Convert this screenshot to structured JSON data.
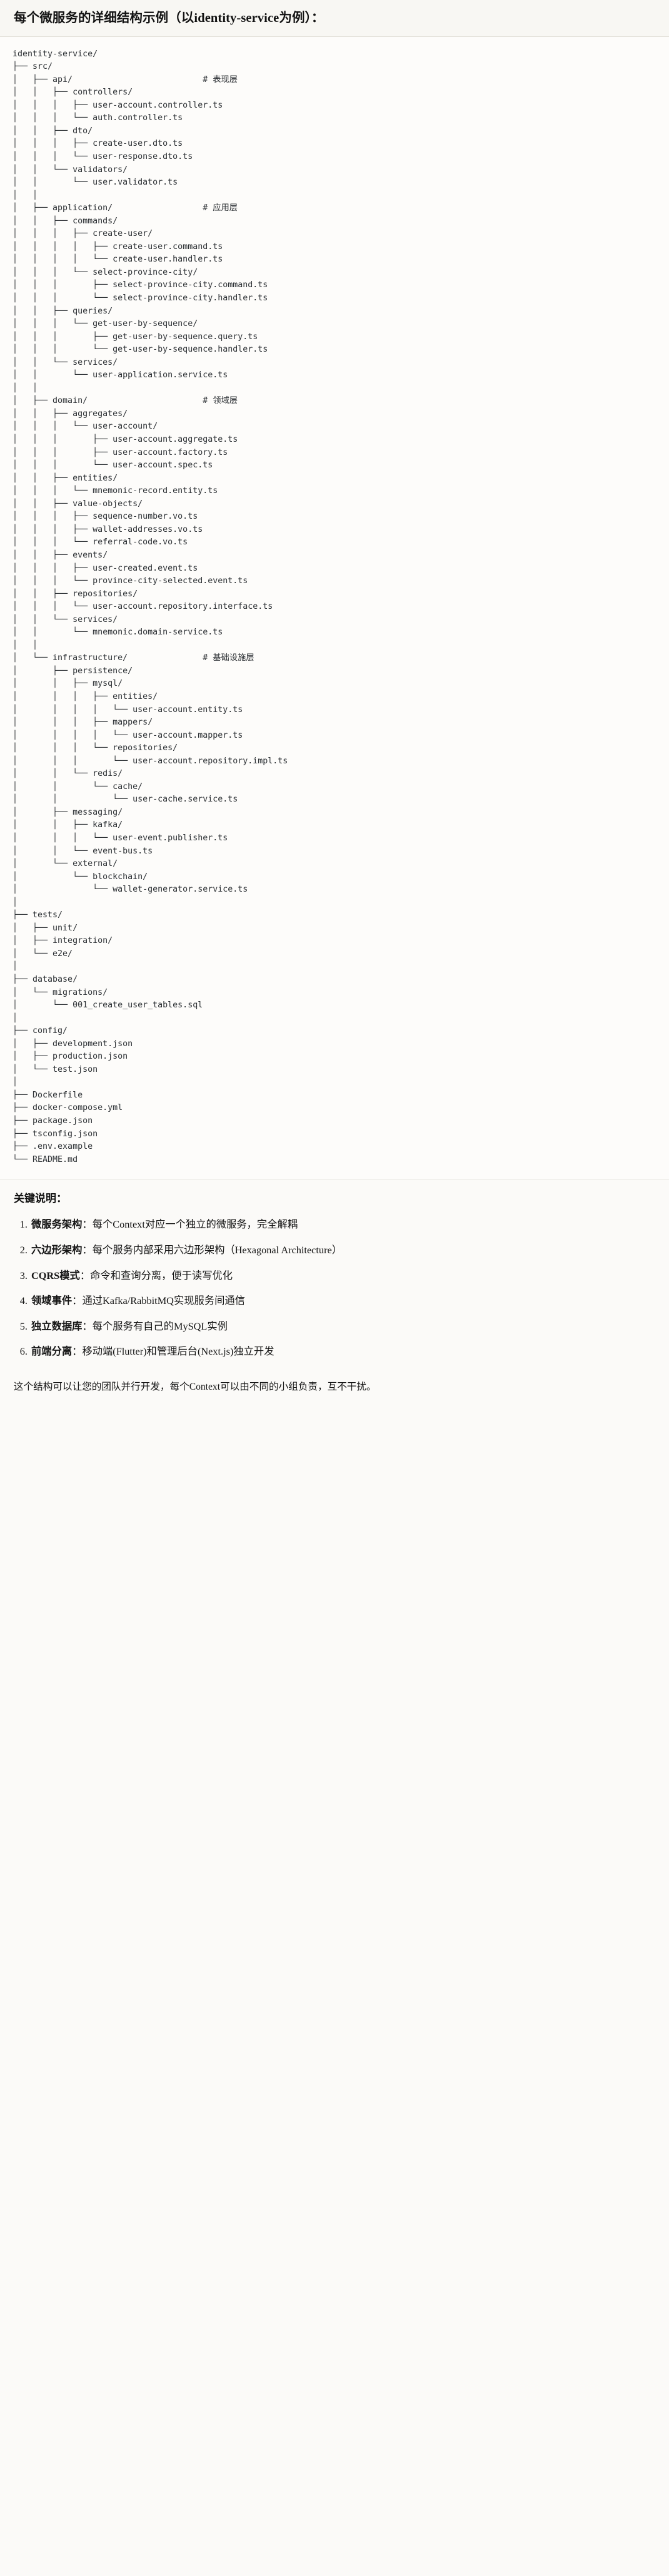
{
  "title": "每个微服务的详细结构示例（以identity-service为例）：",
  "tree": {
    "root_label": "identity-service/",
    "comments": {
      "presentation": "# 表现层",
      "application": "# 应用层",
      "domain": "# 领域层",
      "infrastructure": "# 基础设施层"
    },
    "text": "identity-service/\n├── src/\n│   ├── api/                          # 表现层\n│   │   ├── controllers/\n│   │   │   ├── user-account.controller.ts\n│   │   │   └── auth.controller.ts\n│   │   ├── dto/\n│   │   │   ├── create-user.dto.ts\n│   │   │   └── user-response.dto.ts\n│   │   └── validators/\n│   │       └── user.validator.ts\n│   │\n│   ├── application/                  # 应用层\n│   │   ├── commands/\n│   │   │   ├── create-user/\n│   │   │   │   ├── create-user.command.ts\n│   │   │   │   └── create-user.handler.ts\n│   │   │   └── select-province-city/\n│   │   │       ├── select-province-city.command.ts\n│   │   │       └── select-province-city.handler.ts\n│   │   ├── queries/\n│   │   │   └── get-user-by-sequence/\n│   │   │       ├── get-user-by-sequence.query.ts\n│   │   │       └── get-user-by-sequence.handler.ts\n│   │   └── services/\n│   │       └── user-application.service.ts\n│   │\n│   ├── domain/                       # 领域层\n│   │   ├── aggregates/\n│   │   │   └── user-account/\n│   │   │       ├── user-account.aggregate.ts\n│   │   │       ├── user-account.factory.ts\n│   │   │       └── user-account.spec.ts\n│   │   ├── entities/\n│   │   │   └── mnemonic-record.entity.ts\n│   │   ├── value-objects/\n│   │   │   ├── sequence-number.vo.ts\n│   │   │   ├── wallet-addresses.vo.ts\n│   │   │   └── referral-code.vo.ts\n│   │   ├── events/\n│   │   │   ├── user-created.event.ts\n│   │   │   └── province-city-selected.event.ts\n│   │   ├── repositories/\n│   │   │   └── user-account.repository.interface.ts\n│   │   └── services/\n│   │       └── mnemonic.domain-service.ts\n│   │\n│   └── infrastructure/               # 基础设施层\n│       ├── persistence/\n│       │   ├── mysql/\n│       │   │   ├── entities/\n│       │   │   │   └── user-account.entity.ts\n│       │   │   ├── mappers/\n│       │   │   │   └── user-account.mapper.ts\n│       │   │   └── repositories/\n│       │   │       └── user-account.repository.impl.ts\n│       │   └── redis/\n│       │       └── cache/\n│       │           └── user-cache.service.ts\n│       ├── messaging/\n│       │   ├── kafka/\n│       │   │   └── user-event.publisher.ts\n│       │   └── event-bus.ts\n│       └── external/\n│           └── blockchain/\n│               └── wallet-generator.service.ts\n│\n├── tests/\n│   ├── unit/\n│   ├── integration/\n│   └── e2e/\n│\n├── database/\n│   └── migrations/\n│       └── 001_create_user_tables.sql\n│\n├── config/\n│   ├── development.json\n│   ├── production.json\n│   └── test.json\n│\n├── Dockerfile\n├── docker-compose.yml\n├── package.json\n├── tsconfig.json\n├── .env.example\n└── README.md"
  },
  "keypoints": {
    "heading": "关键说明：",
    "items": [
      {
        "term": "微服务架构",
        "sep": "：",
        "desc": "每个Context对应一个独立的微服务，完全解耦"
      },
      {
        "term": "六边形架构",
        "sep": "：",
        "desc": "每个服务内部采用六边形架构（Hexagonal Architecture）"
      },
      {
        "term": "CQRS模式",
        "sep": "：",
        "desc": "命令和查询分离，便于读写优化"
      },
      {
        "term": "领域事件",
        "sep": "：",
        "desc": "通过Kafka/RabbitMQ实现服务间通信"
      },
      {
        "term": "独立数据库",
        "sep": "：",
        "desc": "每个服务有自己的MySQL实例"
      },
      {
        "term": "前端分离",
        "sep": "：",
        "desc": "移动端(Flutter)和管理后台(Next.js)独立开发"
      }
    ]
  },
  "closing": "这个结构可以让您的团队并行开发，每个Context可以由不同的小组负责，互不干扰。"
}
